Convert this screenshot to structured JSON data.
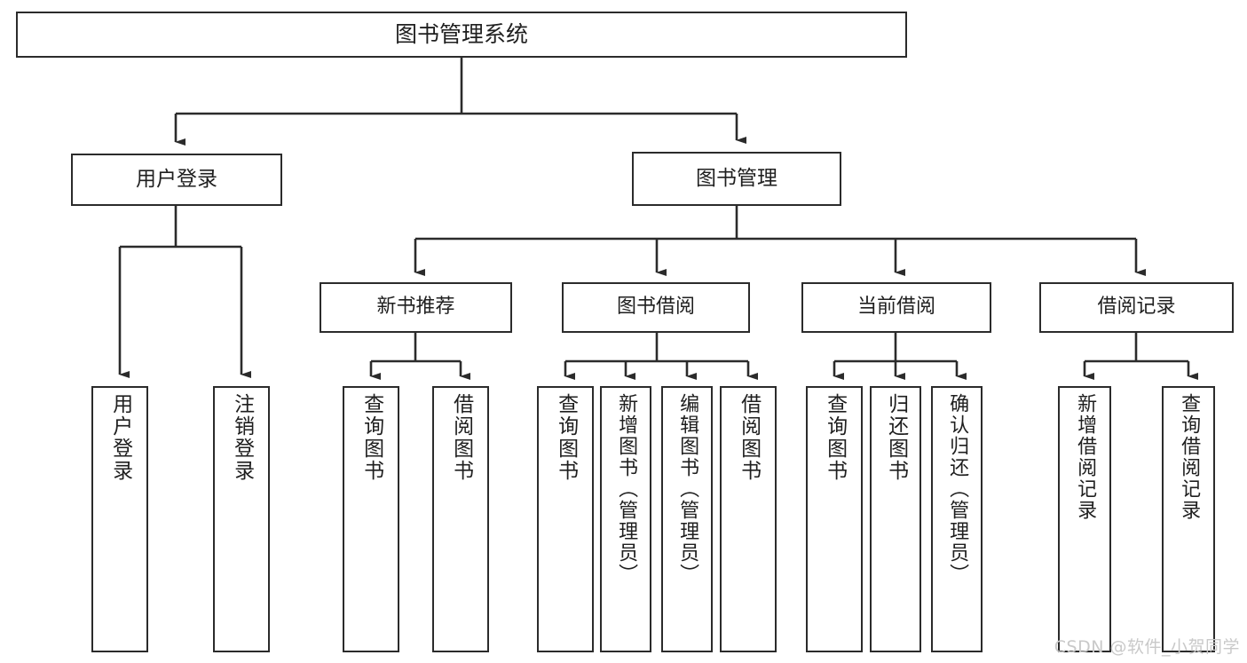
{
  "diagram": {
    "type": "tree-hierarchy",
    "title": "图书管理系统",
    "root": {
      "label": "图书管理系统"
    },
    "level1": [
      {
        "label": "用户登录"
      },
      {
        "label": "图书管理"
      }
    ],
    "level2": [
      {
        "label": "新书推荐",
        "parent": "图书管理"
      },
      {
        "label": "图书借阅",
        "parent": "图书管理"
      },
      {
        "label": "当前借阅",
        "parent": "图书管理"
      },
      {
        "label": "借阅记录",
        "parent": "图书管理"
      }
    ],
    "leaves": {
      "user_login": [
        {
          "label": "用户登录"
        },
        {
          "label": "注销登录"
        }
      ],
      "new_book_recommend": [
        {
          "label": "查询图书"
        },
        {
          "label": "借阅图书"
        }
      ],
      "book_borrow": [
        {
          "label": "查询图书"
        },
        {
          "label": "新增图书（管理员）"
        },
        {
          "label": "编辑图书（管理员）"
        },
        {
          "label": "借阅图书"
        }
      ],
      "current_borrow": [
        {
          "label": "查询图书"
        },
        {
          "label": "归还图书"
        },
        {
          "label": "确认归还（管理员）"
        }
      ],
      "borrow_record": [
        {
          "label": "新增借阅记录"
        },
        {
          "label": "查询借阅记录"
        }
      ]
    }
  },
  "watermark": {
    "text": "CSDN @软件_小贺同学"
  },
  "colors": {
    "background": "#ffffff",
    "border": "#2b2b2b",
    "text": "#1f1f1f",
    "edge": "#2b2b2b",
    "watermark": "#c9c9c9"
  }
}
